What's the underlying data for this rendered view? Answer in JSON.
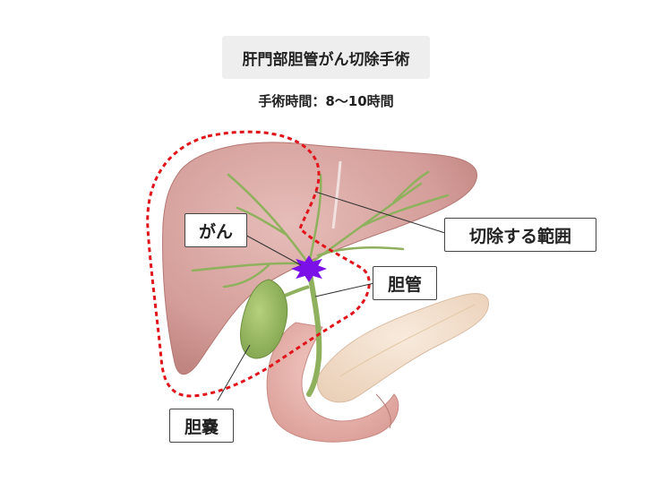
{
  "title": "肝門部胆管がん切除手術",
  "subtitle": "手術時間：8〜10時間",
  "labels": {
    "cancer": "がん",
    "resection_range": "切除する範囲",
    "bile_duct": "胆管",
    "gallbladder": "胆嚢"
  },
  "colors": {
    "liver": "#d9a7a4",
    "pancreas": "#f3ddc9",
    "duodenum": "#e9b7b1",
    "bile": "#8fb15e",
    "tumor": "#7b10e8",
    "resection_line": "#e0141a"
  }
}
